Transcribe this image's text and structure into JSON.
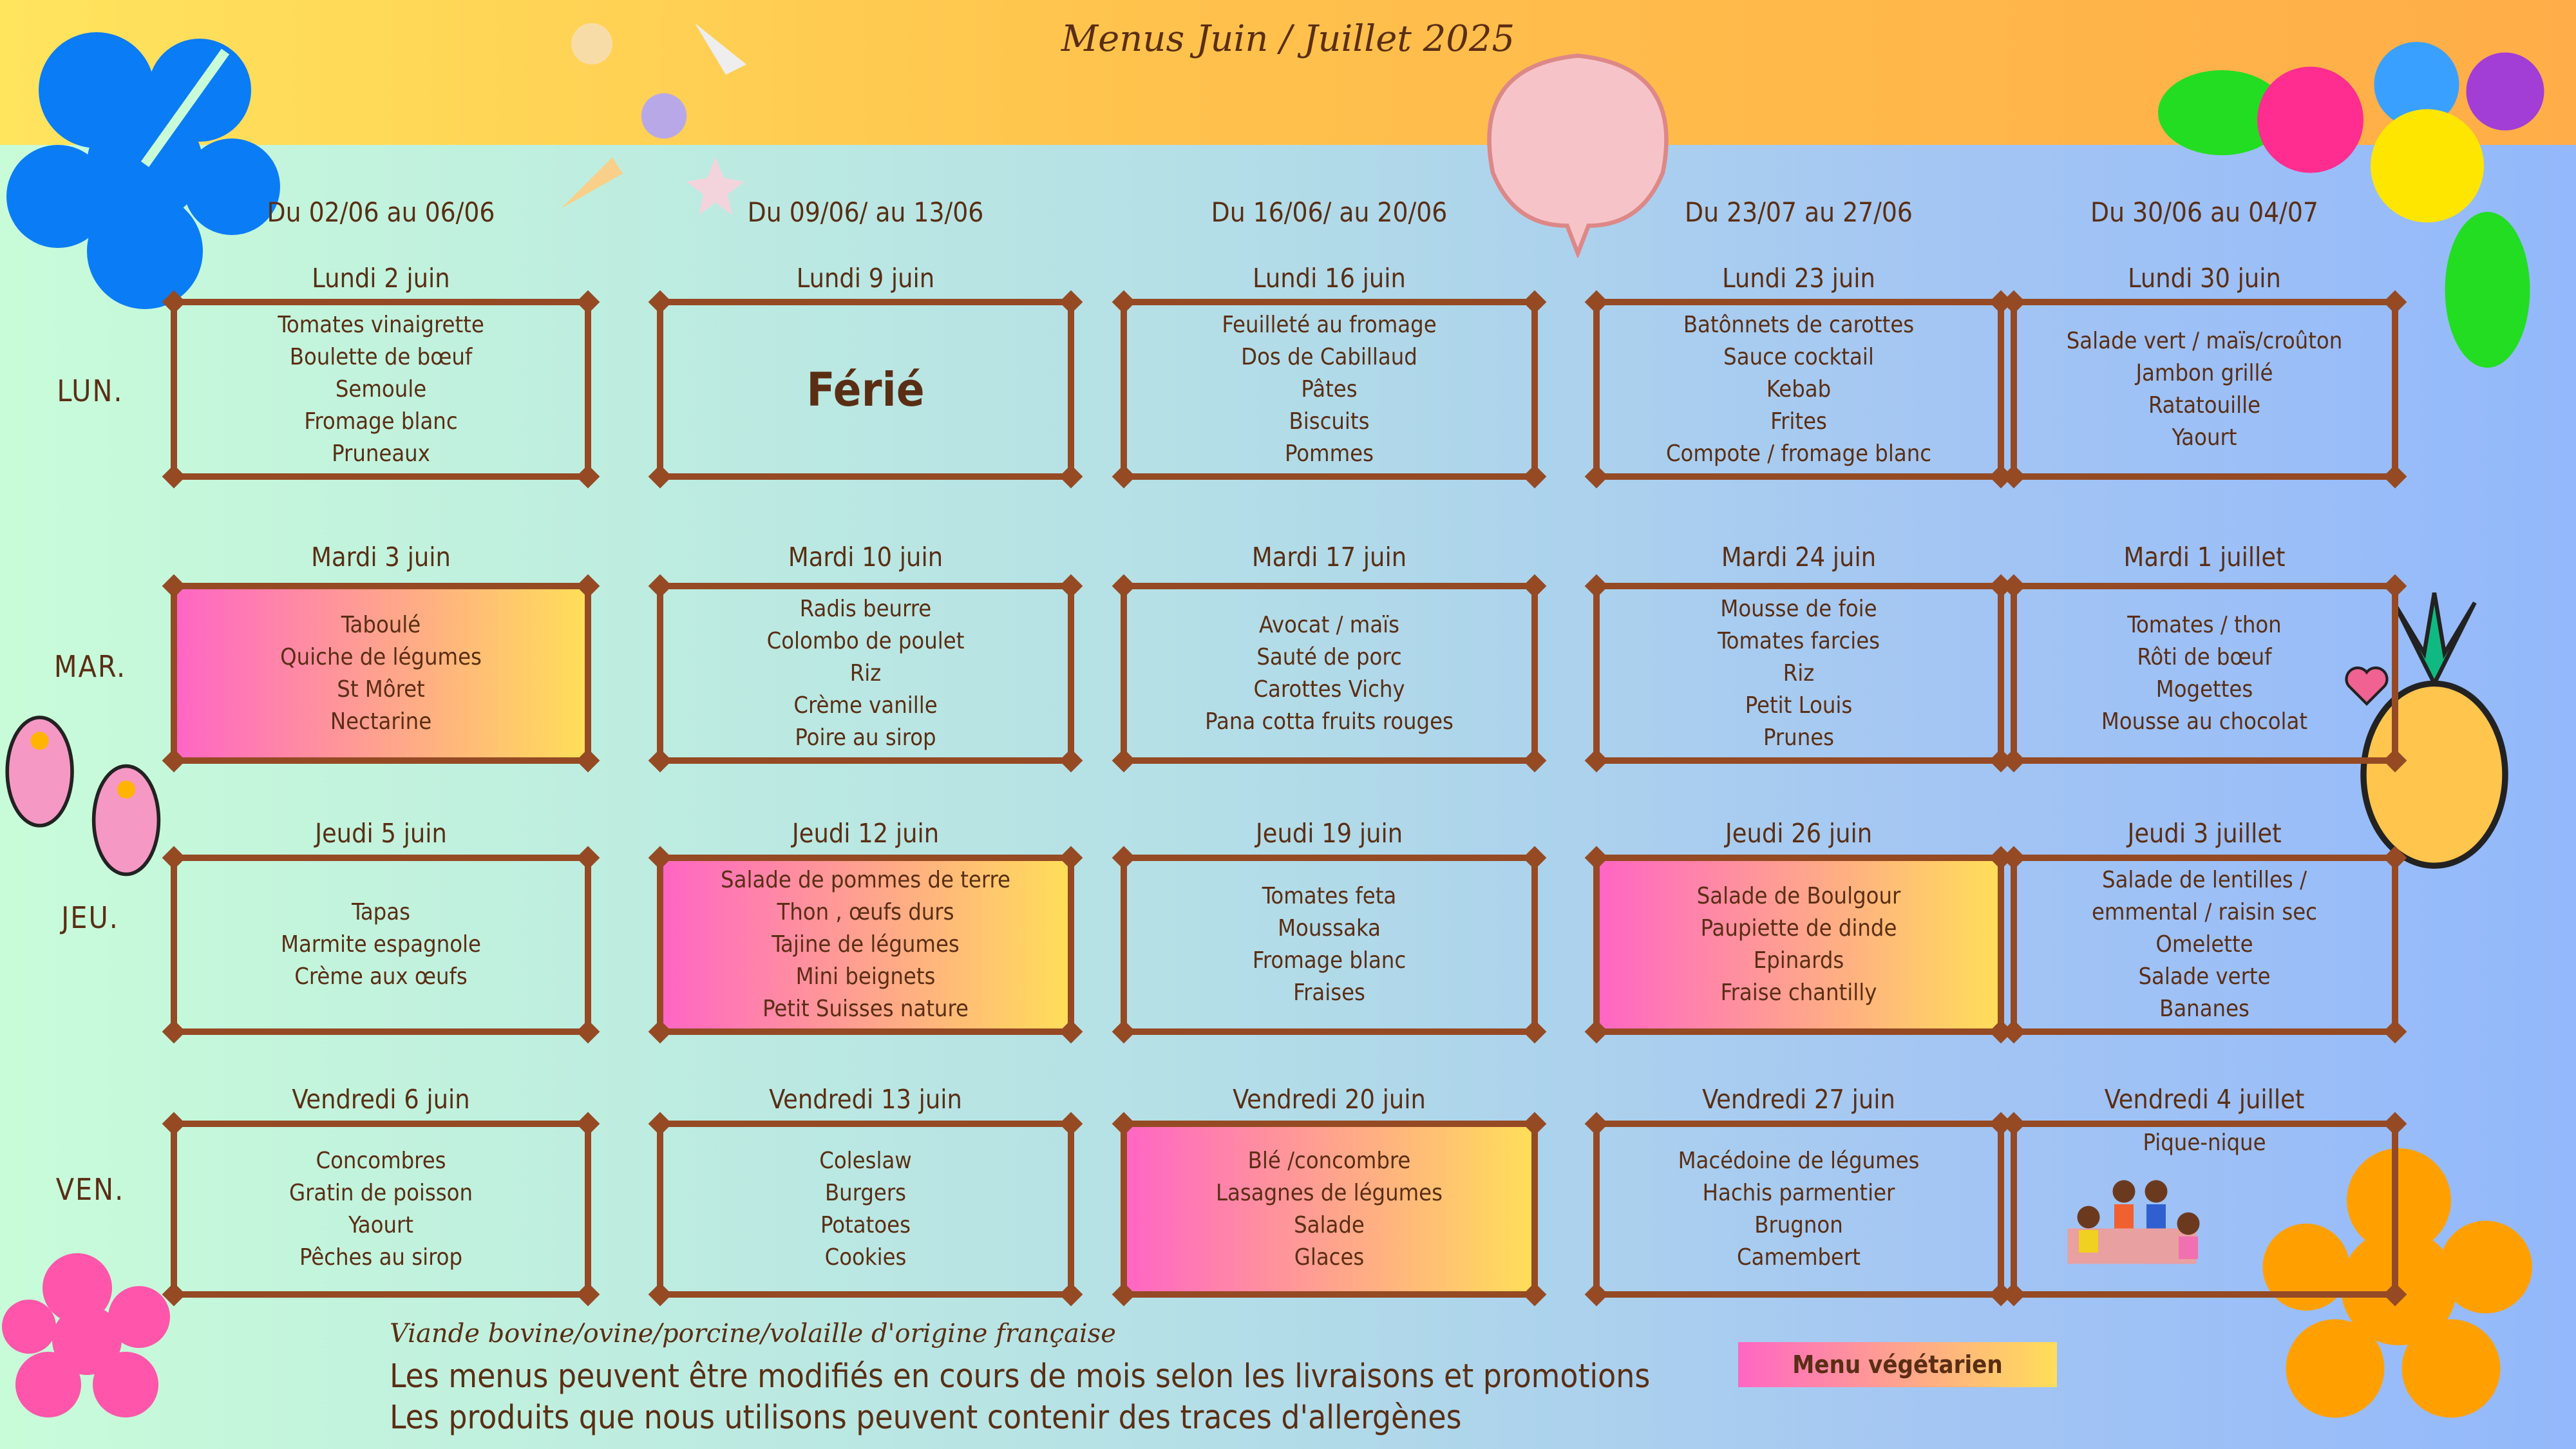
{
  "title": "Menus Juin / Juillet 2025",
  "colors": {
    "border": "#954a24",
    "text": "#5a2e14",
    "veg_from": "#ff66c4",
    "veg_to": "#ffde59"
  },
  "day_labels": [
    "LUN.",
    "MAR.",
    "JEU.",
    "VEN."
  ],
  "weeks": [
    {
      "header": "Du 02/06 au 06/06",
      "days": [
        {
          "title": "Lundi 2 juin",
          "items": [
            "Tomates vinaigrette",
            "Boulette de bœuf",
            "Semoule",
            "Fromage blanc",
            "Pruneaux"
          ],
          "veg": false
        },
        {
          "title": "Mardi 3 juin",
          "items": [
            "Taboulé",
            "Quiche de légumes",
            "St Môret",
            "Nectarine"
          ],
          "veg": true
        },
        {
          "title": "Jeudi 5 juin",
          "items": [
            "Tapas",
            "Marmite espagnole",
            "Crème aux œufs"
          ],
          "veg": false
        },
        {
          "title": "Vendredi 6 juin",
          "items": [
            "Concombres",
            "Gratin de poisson",
            "Yaourt",
            "Pêches au sirop"
          ],
          "veg": false
        }
      ]
    },
    {
      "header": "Du  09/06/ au 13/06",
      "days": [
        {
          "title": "Lundi 9 juin",
          "items": [
            "Férié"
          ],
          "veg": false,
          "big": true
        },
        {
          "title": "Mardi 10 juin",
          "items": [
            "Radis beurre",
            "Colombo de poulet",
            "Riz",
            "Crème vanille",
            "Poire au sirop"
          ],
          "veg": false
        },
        {
          "title": "Jeudi  12 juin",
          "items": [
            "Salade de pommes de terre",
            "Thon , œufs durs",
            "Tajine de légumes",
            "Mini beignets",
            "Petit Suisses nature"
          ],
          "veg": true
        },
        {
          "title": "Vendredi 13 juin",
          "items": [
            "Coleslaw",
            "Burgers",
            "Potatoes",
            "Cookies"
          ],
          "veg": false
        }
      ]
    },
    {
      "header": "Du  16/06/ au 20/06",
      "days": [
        {
          "title": "Lundi 16 juin",
          "items": [
            "Feuilleté au fromage",
            "Dos de Cabillaud",
            "Pâtes",
            "Biscuits",
            "Pommes"
          ],
          "veg": false
        },
        {
          "title": "Mardi 17 juin",
          "items": [
            "Avocat / maïs",
            "Sauté de porc",
            "Carottes Vichy",
            "Pana cotta fruits rouges"
          ],
          "veg": false
        },
        {
          "title": "Jeudi 19 juin",
          "items": [
            "Tomates feta",
            "Moussaka",
            "Fromage blanc",
            "Fraises"
          ],
          "veg": false
        },
        {
          "title": "Vendredi 20 juin",
          "items": [
            "Blé /concombre",
            "Lasagnes de légumes",
            "Salade",
            "Glaces"
          ],
          "veg": true
        }
      ]
    },
    {
      "header": "Du 23/07 au 27/06",
      "days": [
        {
          "title": "Lundi 23 juin",
          "items": [
            "Batônnets de carottes",
            "Sauce cocktail",
            "Kebab",
            "Frites",
            "Compote / fromage blanc"
          ],
          "veg": false
        },
        {
          "title": "Mardi 24 juin",
          "items": [
            "Mousse de foie",
            "Tomates farcies",
            "Riz",
            "Petit Louis",
            "Prunes"
          ],
          "veg": false
        },
        {
          "title": "Jeudi 26 juin",
          "items": [
            "Salade de Boulgour",
            "Paupiette de dinde",
            "Epinards",
            "Fraise chantilly"
          ],
          "veg": true
        },
        {
          "title": "Vendredi  27 juin",
          "items": [
            "Macédoine de légumes",
            "Hachis parmentier",
            "Brugnon",
            "Camembert"
          ],
          "veg": false
        }
      ]
    },
    {
      "header": "Du 30/06 au 04/07",
      "days": [
        {
          "title": "Lundi 30 juin",
          "items": [
            "Salade vert / maïs/croûton",
            "Jambon grillé",
            "Ratatouille",
            "Yaourt"
          ],
          "veg": false
        },
        {
          "title": "Mardi 1 juillet",
          "items": [
            "Tomates / thon",
            "Rôti de bœuf",
            "Mogettes",
            "Mousse au chocolat"
          ],
          "veg": false
        },
        {
          "title": "Jeudi 3 juillet",
          "items": [
            "Salade de lentilles /",
            "emmental / raisin sec",
            "Omelette",
            "Salade verte",
            "Bananes"
          ],
          "veg": false
        },
        {
          "title": "Vendredi 4 juillet",
          "items": [
            "Pique-nique"
          ],
          "veg": false,
          "picnic": true
        }
      ]
    }
  ],
  "footer": {
    "origin": "Viande bovine/ovine/porcine/volaille d'origine française",
    "line1": "Les menus peuvent être modifiés en cours de mois selon les livraisons et promotions",
    "line2": "Les produits que nous utilisons peuvent contenir des traces d'allergènes"
  },
  "legend": {
    "vegetarian": "Menu végétarien"
  }
}
